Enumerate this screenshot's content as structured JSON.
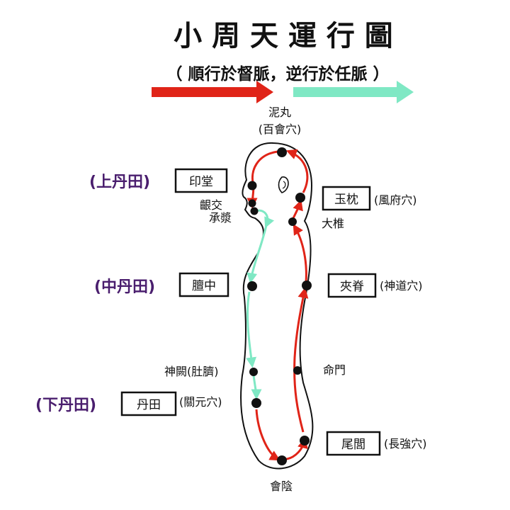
{
  "title": "小 周 天 運 行 圖",
  "subtitle": "（ 順行於督脈，逆行於任脈 ）",
  "colors": {
    "du_mai_red": "#e02418",
    "ren_mai_green": "#7fe8c4",
    "dantian_purple": "#4a1e6e",
    "ink": "#111111"
  },
  "dantian_labels": {
    "upper": "(上丹田)",
    "middle": "(中丹田)",
    "lower": "(下丹田)"
  },
  "boxes": {
    "yintang": "印堂",
    "yuzhen": "玉枕",
    "shanzhong": "膻中",
    "jiaji": "夾脊",
    "dantian": "丹田",
    "weilu": "尾閭"
  },
  "labels": {
    "niwan": "泥丸",
    "baihui": "(百會穴)",
    "yinjiao": "齦交",
    "chengjiang": "承漿",
    "fengfu": "(風府穴)",
    "dazhui": "大椎",
    "shendao": "(神道穴)",
    "mingmen": "命門",
    "shenque": "神闕(肚臍)",
    "guanyuan": "(關元穴)",
    "changqiang": "(長強穴)",
    "huiyin": "會陰"
  }
}
